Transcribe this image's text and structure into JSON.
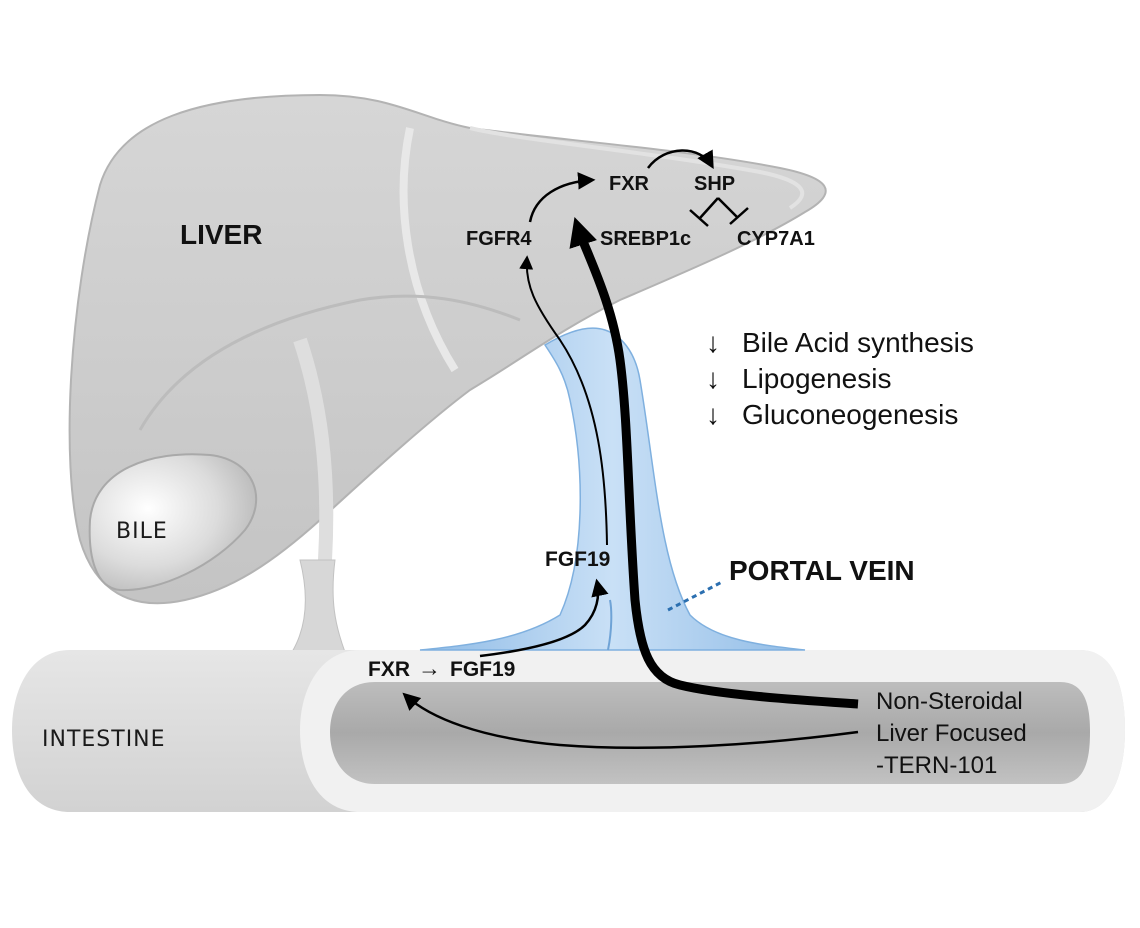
{
  "organs": {
    "liver": "LIVER",
    "bile": "BILE",
    "intestine": "INTESTINE",
    "portal_vein": "PORTAL VEIN"
  },
  "liver_pathway": {
    "fxr": "FXR",
    "shp": "SHP",
    "fgfr4": "FGFR4",
    "srebp1c": "SREBP1c",
    "cyp7a1": "CYP7A1"
  },
  "effects": [
    {
      "arrow": "↓",
      "text": "Bile Acid synthesis"
    },
    {
      "arrow": "↓",
      "text": "Lipogenesis"
    },
    {
      "arrow": "↓",
      "text": "Gluconeogenesis"
    }
  ],
  "intestine_pathway": {
    "fxr": "FXR",
    "arrow": "→",
    "fgf19": "FGF19"
  },
  "portal_signal": "FGF19",
  "drug": {
    "line1": "Non-Steroidal",
    "line2": "Liver Focused",
    "line3": "-TERN-101"
  },
  "colors": {
    "liver": "#cfcfcf",
    "intestine": "#d9d9d9",
    "portal_vein": "#9cc3ea",
    "arrow": "#000000",
    "dotted_leader": "#2b6fb0"
  }
}
